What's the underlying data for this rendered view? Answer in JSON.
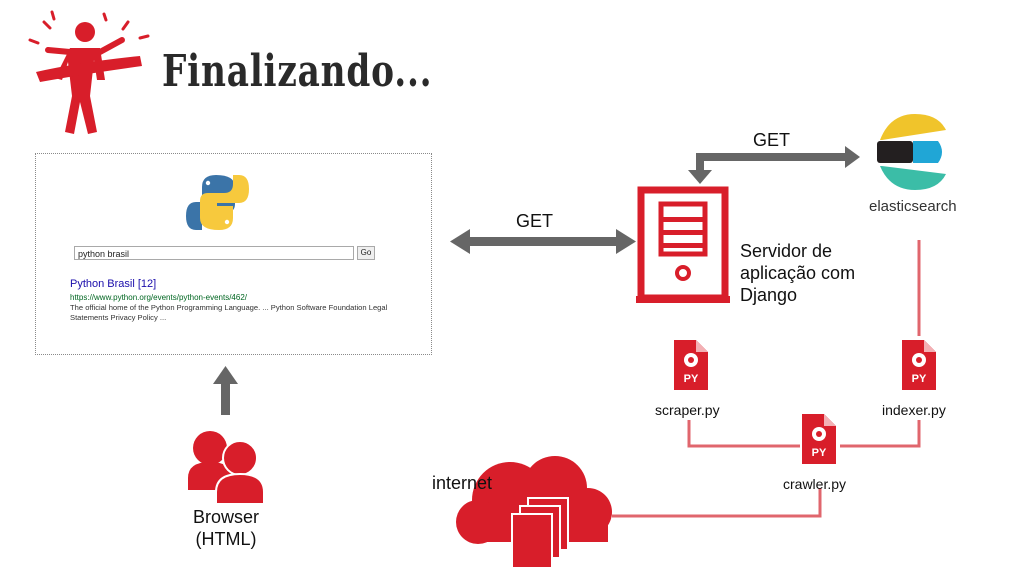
{
  "slide": {
    "title": "Finalizando..."
  },
  "search_page": {
    "query": "python brasil",
    "button_label": "Go",
    "result": {
      "title": "Python Brasil [12]",
      "url": "https://www.python.org/events/python-events/462/",
      "snippet": "The official home of the Python Programming Language. ... Python Software Foundation  Legal Statements  Privacy Policy ..."
    }
  },
  "nodes": {
    "server": {
      "lines": [
        "Servidor de",
        "aplicação com",
        "Django"
      ]
    },
    "browser": {
      "lines": [
        "Browser",
        "(HTML)"
      ]
    },
    "elasticsearch": {
      "label": "elasticsearch"
    },
    "internet": {
      "label": "internet"
    },
    "scraper": {
      "label": "scraper.py",
      "badge": "PY"
    },
    "indexer": {
      "label": "indexer.py",
      "badge": "PY"
    },
    "crawler": {
      "label": "crawler.py",
      "badge": "PY"
    }
  },
  "edges": {
    "browser_to_server": "GET",
    "server_to_elasticsearch": "GET"
  },
  "colors": {
    "accent_red": "#d81e2a",
    "line_red": "#e0666d",
    "arrow_gray": "#666666",
    "python_blue": "#3b74a8",
    "python_yellow": "#f7c93d"
  }
}
